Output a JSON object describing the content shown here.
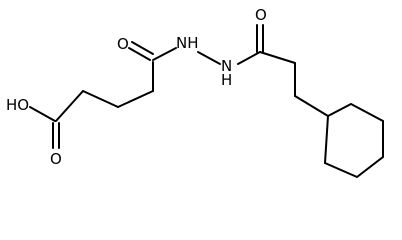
{
  "molecule": {
    "atoms": {
      "hydroxyl_o": "HO",
      "acid_carbonyl_o": "O",
      "amide1_carbonyl_o": "O",
      "hydrazide_nh1": "NH",
      "hydrazide_nh2": "N",
      "hydrazide_nh2_h": "H",
      "amide2_carbonyl_o": "O"
    },
    "colors": {
      "bond": "#000000",
      "label": "#000000",
      "background": "#ffffff"
    }
  }
}
